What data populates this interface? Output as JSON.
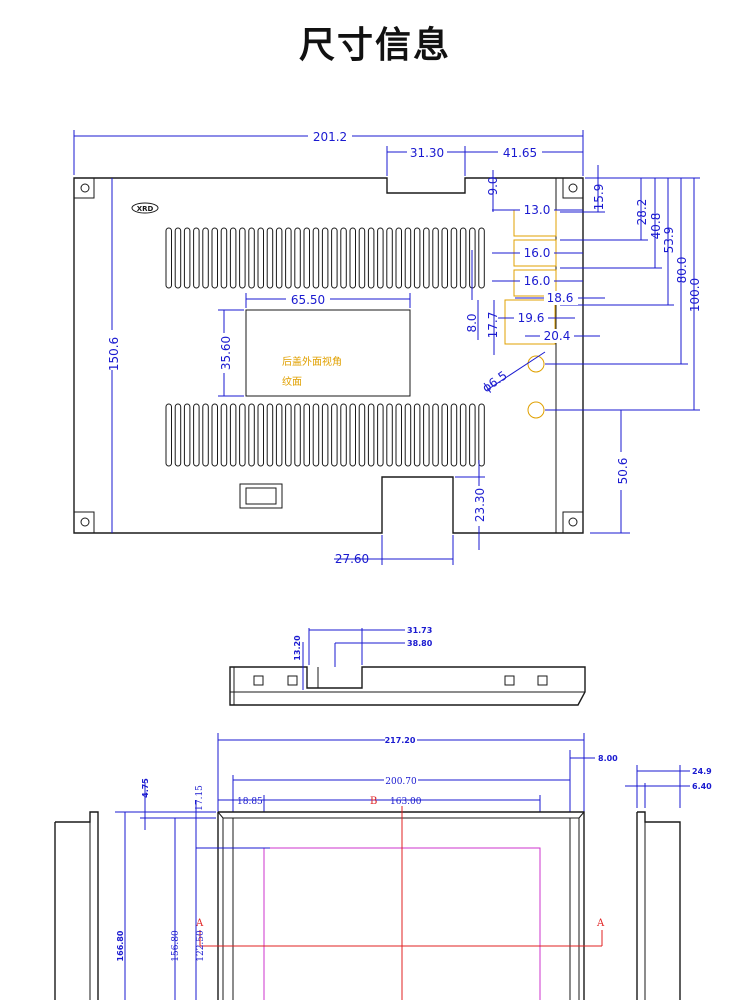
{
  "page_title": "尺寸信息",
  "logo_text": "XRD",
  "note_lines": [
    "后盖外面视角",
    "纹面"
  ],
  "back_view": {
    "dims": {
      "overall_width": "201.2",
      "top_notch_left": "31.30",
      "top_notch_right": "41.65",
      "overall_height": "150.6",
      "label_width": "65.50",
      "label_height": "35.60",
      "bottom_notch_width": "27.60",
      "bottom_notch_height": "23.30",
      "d_15_9": "15.9",
      "d_28_2": "28.2",
      "d_40_8": "40.8",
      "d_53_9": "53.9",
      "d_80_0": "80.0",
      "d_100_0": "100.0",
      "d_50_6": "50.6",
      "d_9_0": "9.0",
      "d_13_0": "13.0",
      "d_16_0a": "16.0",
      "d_16_0b": "16.0",
      "d_18_6": "18.6",
      "d_8_0": "8.0",
      "d_17_7": "17.7",
      "d_19_6": "19.6",
      "d_20_4": "20.4",
      "hole_dia": "ϕ6.5"
    }
  },
  "side_view": {
    "dims": {
      "d_31_73": "31.73",
      "d_38_80": "38.80",
      "d_13_20": "13.20"
    }
  },
  "front_view": {
    "dims": {
      "d_217_20": "217.20",
      "d_8_00": "8.00",
      "d_200_70": "200.70",
      "d_24_9": "24.9",
      "d_6_40": "6.40",
      "d_4_75": "4.75",
      "d_17_15": "17.15",
      "d_18_85": "18.85",
      "d_163_00": "163.00",
      "d_166_80": "166.80",
      "d_156_80": "156.80",
      "d_122_50": "122.50"
    },
    "section_a": "A",
    "section_b": "B"
  }
}
